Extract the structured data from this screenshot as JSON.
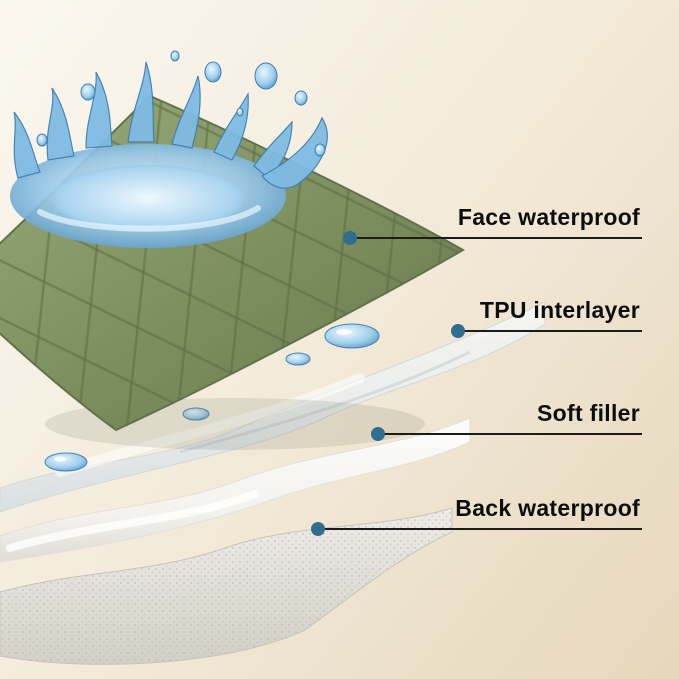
{
  "callouts": [
    {
      "label": "Face waterproof"
    },
    {
      "label": "TPU interlayer"
    },
    {
      "label": "Soft filler"
    },
    {
      "label": "Back waterproof"
    }
  ],
  "colors": {
    "background_top": "#faf7ef",
    "background_bottom": "#e6d7bc",
    "callout_line": "#1b1b1b",
    "callout_text": "#0d0d0d",
    "marker_dot": "#2f6e8e",
    "face_layer_green": "#7d8f5e",
    "quilt_stitch_green": "#5b6d44",
    "water_blue_light": "#a9d4ef",
    "water_blue_deep": "#4f92c4",
    "tpu_white": "#f3f6f7",
    "filler_white": "#fbfbf9",
    "back_gray": "#dddad2"
  }
}
